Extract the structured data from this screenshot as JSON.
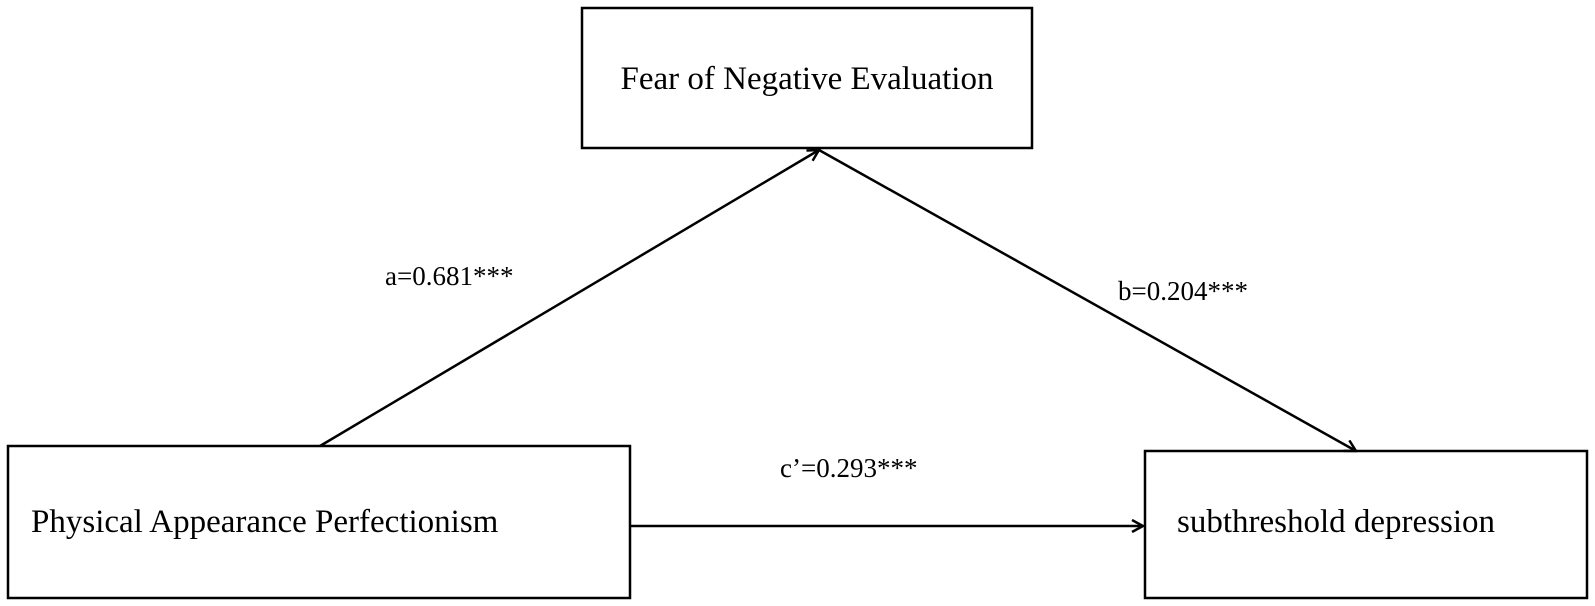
{
  "nodes": {
    "mediator": {
      "label": "Fear of Negative Evaluation"
    },
    "predictor": {
      "label": "Physical Appearance Perfectionism"
    },
    "outcome": {
      "label": "subthreshold depression"
    }
  },
  "paths": {
    "a": {
      "label": "a=0.681***"
    },
    "b": {
      "label": "b=0.204***"
    },
    "c_prime": {
      "label": "c’=0.293***"
    }
  }
}
